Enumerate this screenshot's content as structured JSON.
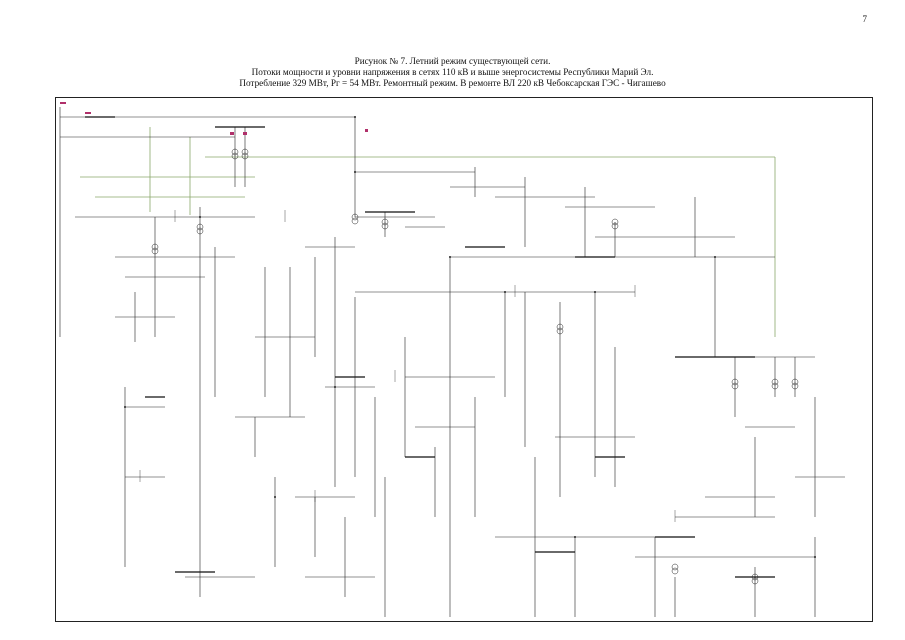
{
  "page": {
    "number": "7"
  },
  "caption": {
    "line1": "Рисунок № 7. Летний режим существующей сети.",
    "line2": "Потоки мощности и уровни напряжения в сетях 110 кВ и выше энергосистемы Республики Марий Эл.",
    "line3": "Потребление 329 МВт, Рг = 54 МВт. Ремонтный режим. В ремонте ВЛ 220 кВ Чебоксарская ГЭС - Чигашево"
  },
  "colors": {
    "line": "#222222",
    "green_line": "#8aa86a",
    "red_marker": "#b0306a",
    "frame": "#222222"
  }
}
